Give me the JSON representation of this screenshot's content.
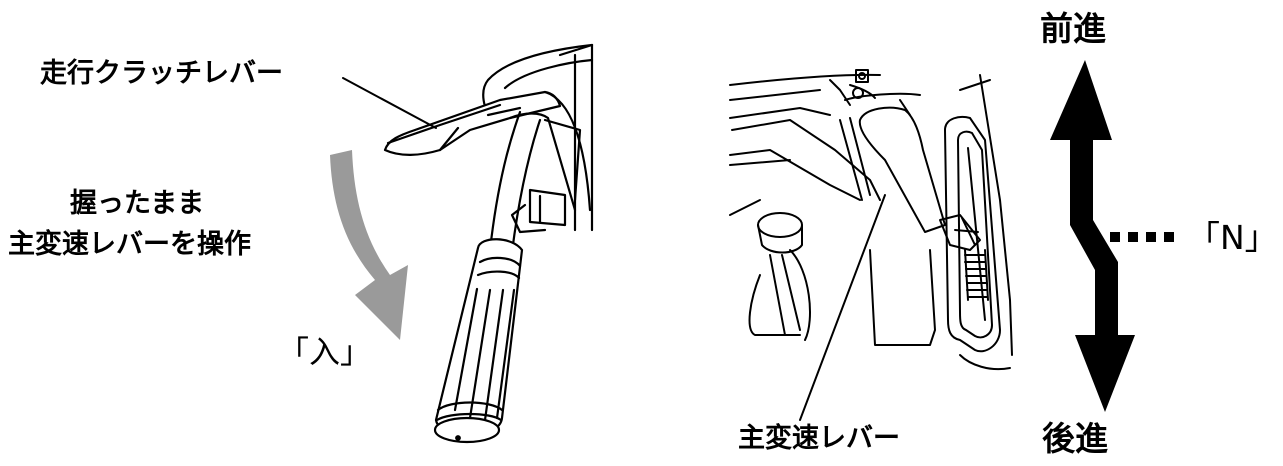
{
  "left_panel": {
    "clutch_lever_label": "走行クラッチレバー",
    "instruction_line1": "握ったまま",
    "instruction_line2": "主変速レバーを操作",
    "engage_label": "「入」"
  },
  "right_panel": {
    "forward_label": "前進",
    "neutral_label": "「N」",
    "reverse_label": "後進",
    "main_lever_label": "主変速レバー"
  },
  "colors": {
    "line": "#000000",
    "arrow_gray": "#9a9a9a",
    "background": "#ffffff"
  }
}
